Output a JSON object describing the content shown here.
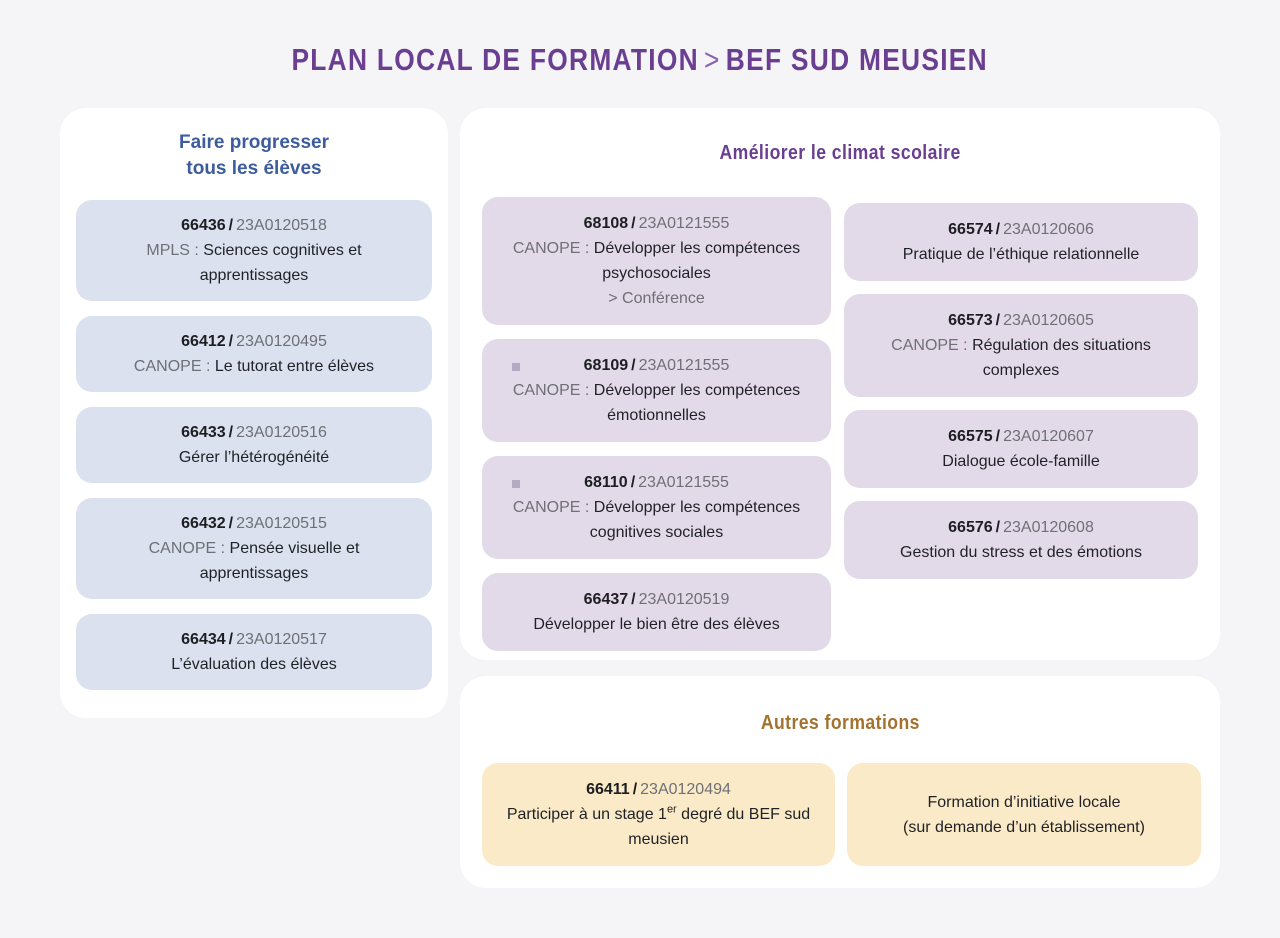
{
  "title": {
    "part1": "PLAN LOCAL DE FORMATION",
    "separator": ">",
    "part2": "BEF SUD MEUSIEN"
  },
  "glyphs": {
    "slash": "/"
  },
  "colors": {
    "page_bg": "#f5f4f6",
    "panel_bg": "#ffffff",
    "title_purple": "#6a3e91",
    "header_blue": "#3d5c9e",
    "header_purple": "#6a3e91",
    "header_brown": "#a5712f",
    "card_blue_bg": "#dbe1ee",
    "card_purple_bg": "#e3dae9",
    "card_yellow_bg": "#faeac7",
    "code_grey": "#6e7075",
    "bullet_grey": "#b5aac1"
  },
  "progress": {
    "title_line1": "Faire progresser",
    "title_line2": "tous les élèves",
    "cards": [
      {
        "number": "66436",
        "code": "23A0120518",
        "prefix": "MPLS :",
        "label": "Sciences cognitives et apprentissages"
      },
      {
        "number": "66412",
        "code": "23A0120495",
        "prefix": "CANOPE :",
        "label": "Le tutorat entre élèves"
      },
      {
        "number": "66433",
        "code": "23A0120516",
        "prefix": "",
        "label": "Gérer l’hétérogénéité"
      },
      {
        "number": "66432",
        "code": "23A0120515",
        "prefix": "CANOPE :",
        "label": "Pensée visuelle et apprentissages"
      },
      {
        "number": "66434",
        "code": "23A0120517",
        "prefix": "",
        "label": "L’évaluation des élèves"
      }
    ]
  },
  "climat": {
    "title": "Améliorer le climat scolaire",
    "col1": [
      {
        "number": "68108",
        "code": "23A0121555",
        "prefix": "CANOPE :",
        "label": "Développer les compétences psychosociales",
        "note": "> Conférence",
        "bullet": false
      },
      {
        "number": "68109",
        "code": "23A0121555",
        "prefix": "CANOPE :",
        "label": "Développer les compétences émotionnelles",
        "bullet": true
      },
      {
        "number": "68110",
        "code": "23A0121555",
        "prefix": "CANOPE :",
        "label": "Développer les compétences cognitives sociales",
        "bullet": true
      },
      {
        "number": "66437",
        "code": "23A0120519",
        "prefix": "",
        "label": "Développer le bien être des élèves",
        "bullet": false
      }
    ],
    "col2": [
      {
        "number": "66574",
        "code": "23A0120606",
        "prefix": "",
        "label": "Pratique de l’éthique relationnelle"
      },
      {
        "number": "66573",
        "code": "23A0120605",
        "prefix": "CANOPE :",
        "label": "Régulation des situations complexes"
      },
      {
        "number": "66575",
        "code": "23A0120607",
        "prefix": "",
        "label": "Dialogue école-famille"
      },
      {
        "number": "66576",
        "code": "23A0120608",
        "prefix": "",
        "label": "Gestion du stress et des émotions"
      }
    ]
  },
  "autres": {
    "title": "Autres formations",
    "card1": {
      "number": "66411",
      "code": "23A0120494",
      "label_before_sup": "Participer à un stage 1",
      "sup": "er",
      "label_after_sup": " degré du BEF sud meusien"
    },
    "card2": {
      "line1": "Formation d’initiative locale",
      "line2": "(sur demande d’un établissement)"
    }
  }
}
